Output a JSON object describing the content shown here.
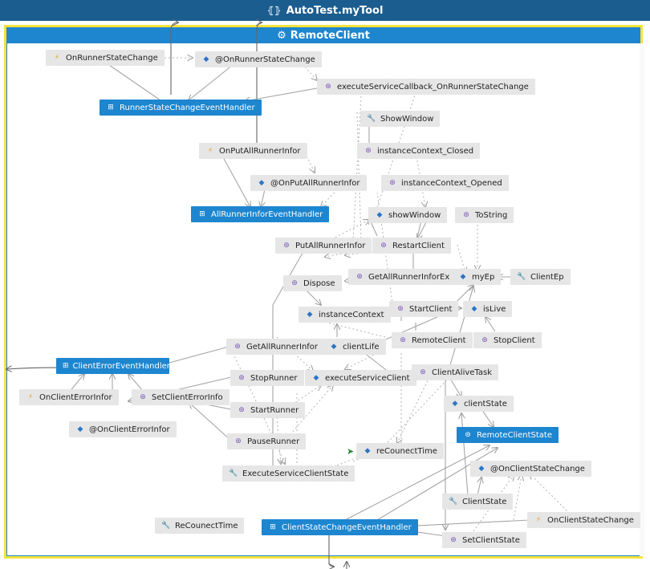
{
  "window": {
    "title": "AutoTest.myTool",
    "icon": "namespace-icon"
  },
  "group": {
    "title": "RemoteClient",
    "icon": "class-group-icon"
  },
  "nodes": {
    "on_runner_state_change": "OnRunnerStateChange",
    "at_on_runner_state_change": "@OnRunnerStateChange",
    "execute_service_callback": "executeServiceCallback_OnRunnerStateChange",
    "runner_state_change_handler": "RunnerStateChangeEventHandler",
    "show_window_prop": "ShowWindow",
    "instance_context_closed": "instanceContext_Closed",
    "on_put_all_runner_infor": "OnPutAllRunnerInfor",
    "at_on_put_all_runner_infor": "@OnPutAllRunnerInfor",
    "instance_context_opened": "instanceContext_Opened",
    "all_runner_infor_handler": "AllRunnerInforEventHandler",
    "show_window_field": "showWindow",
    "to_string": "ToString",
    "put_all_runner_infor": "PutAllRunnerInfor",
    "restart_client": "RestartClient",
    "dispose": "Dispose",
    "get_all_runner_infor_ex": "GetAllRunnerInforEx",
    "my_ep": "myEp",
    "client_ep": "ClientEp",
    "instance_context": "instanceContext",
    "start_client": "StartClient",
    "is_live": "isLive",
    "get_all_runner_infor": "GetAllRunnerInfor",
    "client_life": "clientLife",
    "remote_client_field": "RemoteClient",
    "stop_client": "StopClient",
    "client_error_handler": "ClientErrorEventHandler",
    "stop_runner": "StopRunner",
    "execute_service_client": "executeServiceClient",
    "client_alive_task": "ClientAliveTask",
    "on_client_error_infor": "OnClientErrorInfor",
    "set_client_error_info": "SetClientErrorInfo",
    "client_state_field": "clientState",
    "start_runner": "StartRunner",
    "at_on_client_error_infor": "@OnClientErrorInfor",
    "remote_client_state": "RemoteClientState",
    "pause_runner": "PauseRunner",
    "re_counect_time_field": "reCounectTime",
    "execute_service_client_state": "ExecuteServiceClientState",
    "at_on_client_state_change": "@OnClientStateChange",
    "client_state_prop": "ClientState",
    "re_counect_time_prop": "ReCounectTime",
    "client_state_change_handler": "ClientStateChangeEventHandler",
    "on_client_state_change": "OnClientStateChange",
    "set_client_state": "SetClientState"
  }
}
